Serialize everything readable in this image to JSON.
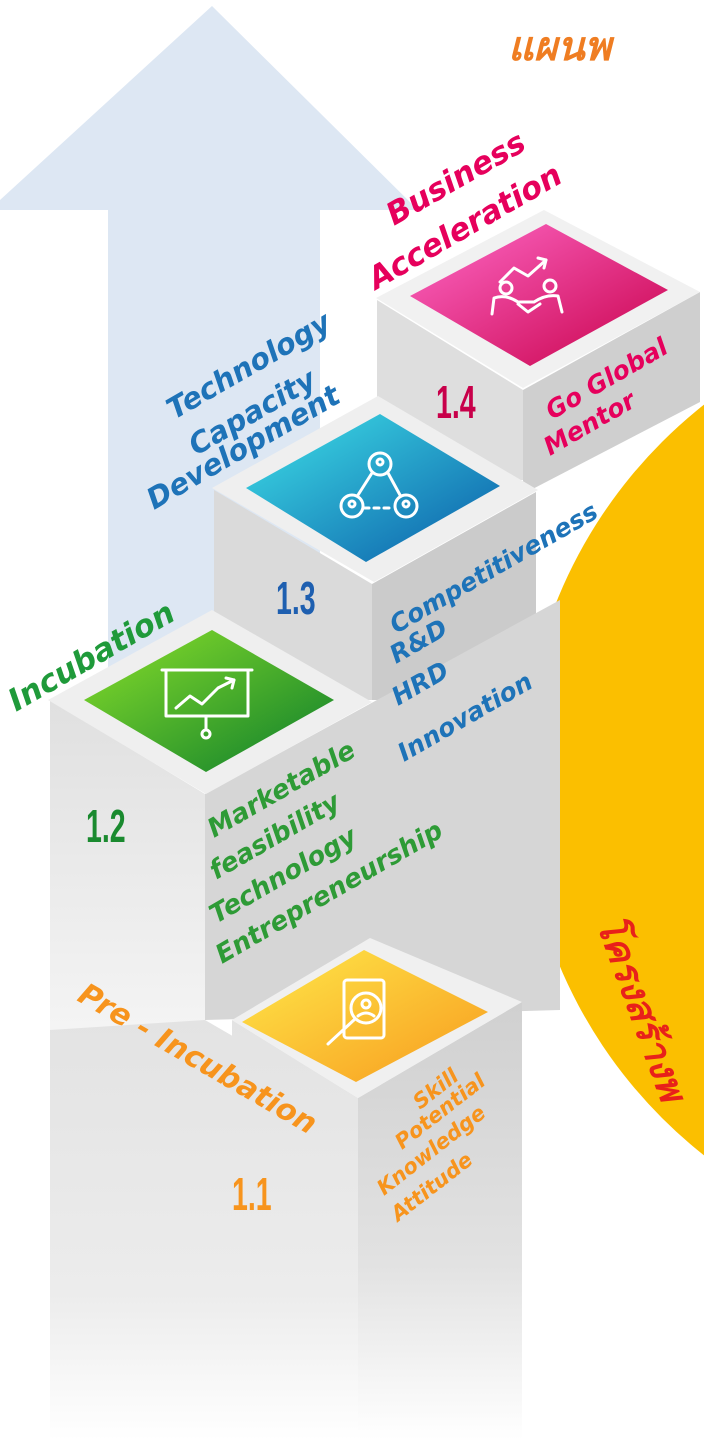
{
  "header": {
    "title": "แผนพ"
  },
  "steps": [
    {
      "number": "1.1",
      "stage": "Pre - Incubation",
      "items": [
        "Skill",
        "Potential",
        "Knowledge",
        "Attitude"
      ],
      "icon": "search-user-icon",
      "color": "#f7941d"
    },
    {
      "number": "1.2",
      "stage": "Incubation",
      "items": [
        "Marketable",
        "feasibility",
        "Technology",
        "Entrepreneurship"
      ],
      "icon": "chart-board-icon",
      "color": "#2e9b36"
    },
    {
      "number": "1.3",
      "stage_lines": [
        "Technology",
        "Capacity",
        "Development"
      ],
      "items": [
        "Competitiveness",
        "R&D",
        "HRD",
        "Innovation"
      ],
      "icon": "network-icon",
      "color": "#1e73b8"
    },
    {
      "number": "1.4",
      "stage_lines": [
        "Business",
        "Acceleration"
      ],
      "items": [
        "Go Global",
        "Mentor"
      ],
      "icon": "handshake-growth-icon",
      "color": "#e6005c"
    }
  ],
  "side_panel": {
    "vertical_text": "โครงสร้างพ"
  },
  "colors": {
    "header": "#ef7d22",
    "arrow": "#dde7f3",
    "side_panel": "#fbbf00",
    "side_text": "#e8211a"
  }
}
